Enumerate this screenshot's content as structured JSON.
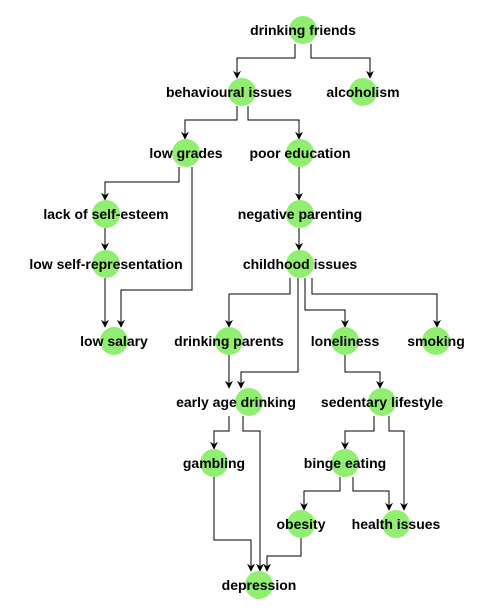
{
  "diagram": {
    "node_color": "#90ee70",
    "nodes": [
      {
        "id": "drinking_friends",
        "label": "drinking friends"
      },
      {
        "id": "behavioural_issues",
        "label": "behavioural issues"
      },
      {
        "id": "alcoholism",
        "label": "alcoholism"
      },
      {
        "id": "low_grades",
        "label": "low grades"
      },
      {
        "id": "poor_education",
        "label": "poor education"
      },
      {
        "id": "lack_self_esteem",
        "label": "lack of self-esteem"
      },
      {
        "id": "negative_parenting",
        "label": "negative parenting"
      },
      {
        "id": "low_self_representation",
        "label": "low self-representation"
      },
      {
        "id": "childhood_issues",
        "label": "childhood issues"
      },
      {
        "id": "low_salary",
        "label": "low salary"
      },
      {
        "id": "drinking_parents",
        "label": "drinking parents"
      },
      {
        "id": "loneliness",
        "label": "loneliness"
      },
      {
        "id": "smoking",
        "label": "smoking"
      },
      {
        "id": "early_age_drinking",
        "label": "early age drinking"
      },
      {
        "id": "sedentary_lifestyle",
        "label": "sedentary lifestyle"
      },
      {
        "id": "gambling",
        "label": "gambling"
      },
      {
        "id": "binge_eating",
        "label": "binge eating"
      },
      {
        "id": "obesity",
        "label": "obesity"
      },
      {
        "id": "health_issues",
        "label": "health issues"
      },
      {
        "id": "depression",
        "label": "depression"
      }
    ],
    "edges": [
      {
        "from": "drinking_friends",
        "to": "behavioural_issues"
      },
      {
        "from": "drinking_friends",
        "to": "alcoholism"
      },
      {
        "from": "behavioural_issues",
        "to": "low_grades"
      },
      {
        "from": "behavioural_issues",
        "to": "poor_education"
      },
      {
        "from": "low_grades",
        "to": "lack_self_esteem"
      },
      {
        "from": "low_grades",
        "to": "low_salary"
      },
      {
        "from": "poor_education",
        "to": "negative_parenting"
      },
      {
        "from": "lack_self_esteem",
        "to": "low_self_representation"
      },
      {
        "from": "low_self_representation",
        "to": "low_salary"
      },
      {
        "from": "negative_parenting",
        "to": "childhood_issues"
      },
      {
        "from": "childhood_issues",
        "to": "drinking_parents"
      },
      {
        "from": "childhood_issues",
        "to": "early_age_drinking"
      },
      {
        "from": "childhood_issues",
        "to": "loneliness"
      },
      {
        "from": "childhood_issues",
        "to": "smoking"
      },
      {
        "from": "drinking_parents",
        "to": "early_age_drinking"
      },
      {
        "from": "loneliness",
        "to": "sedentary_lifestyle"
      },
      {
        "from": "early_age_drinking",
        "to": "gambling"
      },
      {
        "from": "early_age_drinking",
        "to": "depression"
      },
      {
        "from": "sedentary_lifestyle",
        "to": "binge_eating"
      },
      {
        "from": "sedentary_lifestyle",
        "to": "health_issues"
      },
      {
        "from": "binge_eating",
        "to": "obesity"
      },
      {
        "from": "binge_eating",
        "to": "health_issues"
      },
      {
        "from": "gambling",
        "to": "depression"
      },
      {
        "from": "obesity",
        "to": "depression"
      }
    ]
  }
}
